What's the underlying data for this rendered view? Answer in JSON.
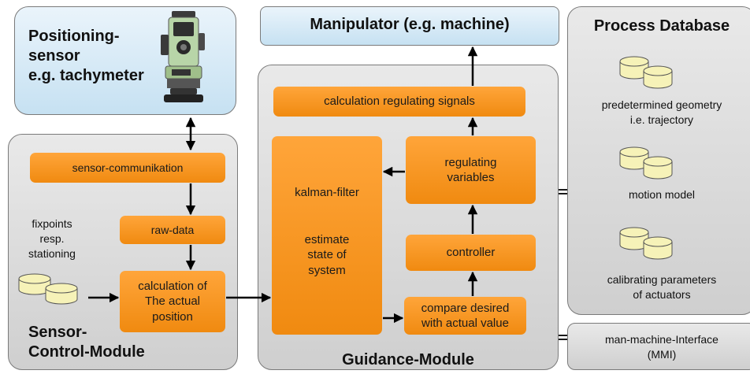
{
  "positioning": {
    "title_line1": "Positioning-",
    "title_line2": "sensor",
    "title_line3": "e.g. tachymeter"
  },
  "manipulator": {
    "label": "Manipulator (e.g. machine)"
  },
  "process_db": {
    "title": "Process Database",
    "item1_line1": "predetermined geometry",
    "item1_line2": "i.e. trajectory",
    "item2": "motion model",
    "item3_line1": "calibrating parameters",
    "item3_line2": "of actuators"
  },
  "mmi": {
    "line1": "man-machine-Interface",
    "line2": "(MMI)"
  },
  "sensor_module": {
    "title_line1": "Sensor-",
    "title_line2": "Control-Module",
    "sensor_comm": "sensor-communikation",
    "raw_data": "raw-data",
    "fixpoints_line1": "fixpoints",
    "fixpoints_line2": "resp.",
    "fixpoints_line3": "stationing",
    "calc_line1": "calculation of",
    "calc_line2": "The actual",
    "calc_line3": "position"
  },
  "guidance_module": {
    "title": "Guidance-Module",
    "calc_signals": "calculation regulating signals",
    "kalman_line1": "kalman-filter",
    "kalman_line2": "estimate",
    "kalman_line3": "state of",
    "kalman_line4": "system",
    "regulating_line1": "regulating",
    "regulating_line2": "variables",
    "controller": "controller",
    "compare_line1": "compare desired",
    "compare_line2": "with actual value"
  }
}
